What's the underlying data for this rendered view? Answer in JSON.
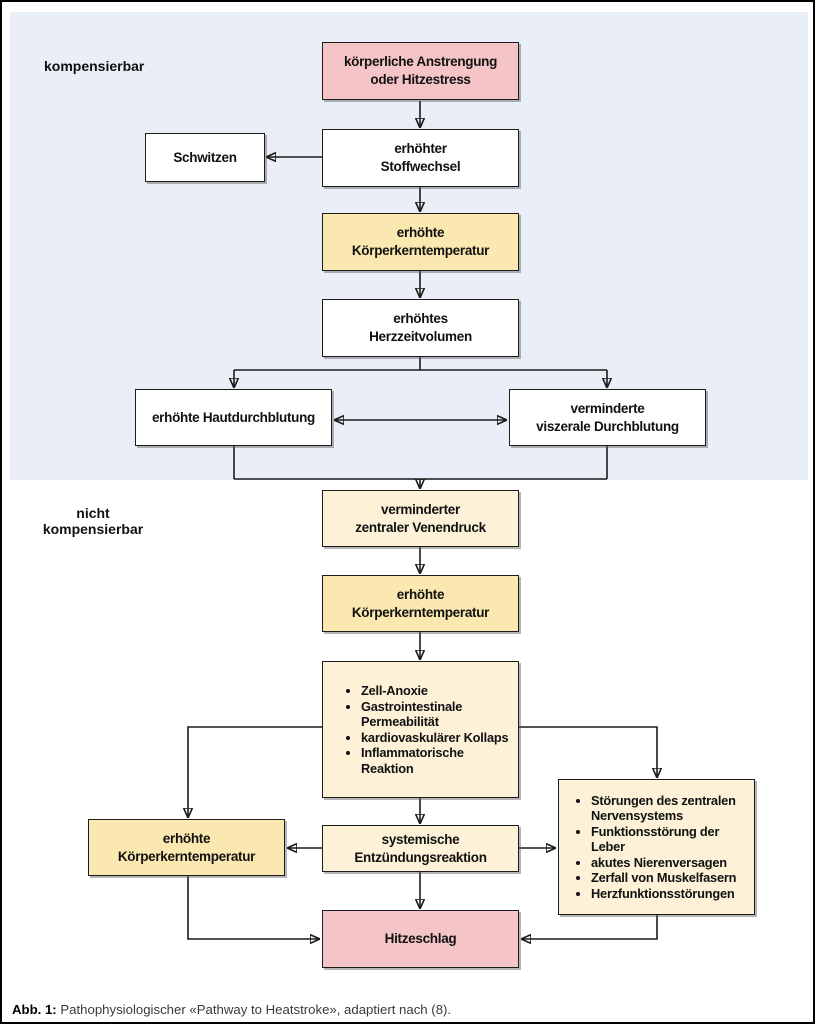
{
  "figure": {
    "caption_prefix": "Abb. 1:",
    "caption_text": " Pathophysiologischer «Pathway to Heatstroke», adaptiert nach (8)."
  },
  "regions": {
    "compensable_label": "kompensierbar",
    "not_compensable_label": "nicht\nkompensierbar"
  },
  "colors": {
    "region_blue": "#e9eef7",
    "box_pink": "#f5c4c6",
    "box_yellow": "#fbe7b0",
    "box_cream": "#fdf2d8",
    "box_white": "#ffffff",
    "border": "#1c1c1c"
  },
  "boxes": {
    "exertion": {
      "label": "körperliche Anstrengung\noder Hitzestress"
    },
    "sweating": {
      "label": "Schwitzen"
    },
    "metabolism": {
      "label": "erhöhter\nStoffwechsel"
    },
    "core_temp_1": {
      "label": "erhöhte\nKörperkerntemperatur"
    },
    "cardiac_output": {
      "label": "erhöhtes\nHerzzeitvolumen"
    },
    "skin_perfusion": {
      "label": "erhöhte Hautdurchblutung"
    },
    "visceral_perfusion": {
      "label": "verminderte\nviszerale Durchblutung"
    },
    "venous_pressure": {
      "label": "verminderter\nzentraler Venendruck"
    },
    "core_temp_2": {
      "label": "erhöhte\nKörperkerntemperatur"
    },
    "cell_effects": {
      "items": [
        "Zell-Anoxie",
        "Gastrointestinale Permeabilität",
        "kardiovaskulärer Kollaps",
        "Inflammatorische Reaktion"
      ]
    },
    "core_temp_3": {
      "label": "erhöhte\nKörperkerntemperatur"
    },
    "systemic_inflammation": {
      "label": "systemische\nEntzündungsreaktion"
    },
    "organ_damage": {
      "items": [
        "Störungen des zentralen Nervensystems",
        "Funktionsstörung der Leber",
        "akutes Nierenversagen",
        "Zerfall von Muskelfasern",
        "Herzfunktionsstörungen"
      ]
    },
    "heatstroke": {
      "label": "Hitzeschlag"
    }
  }
}
